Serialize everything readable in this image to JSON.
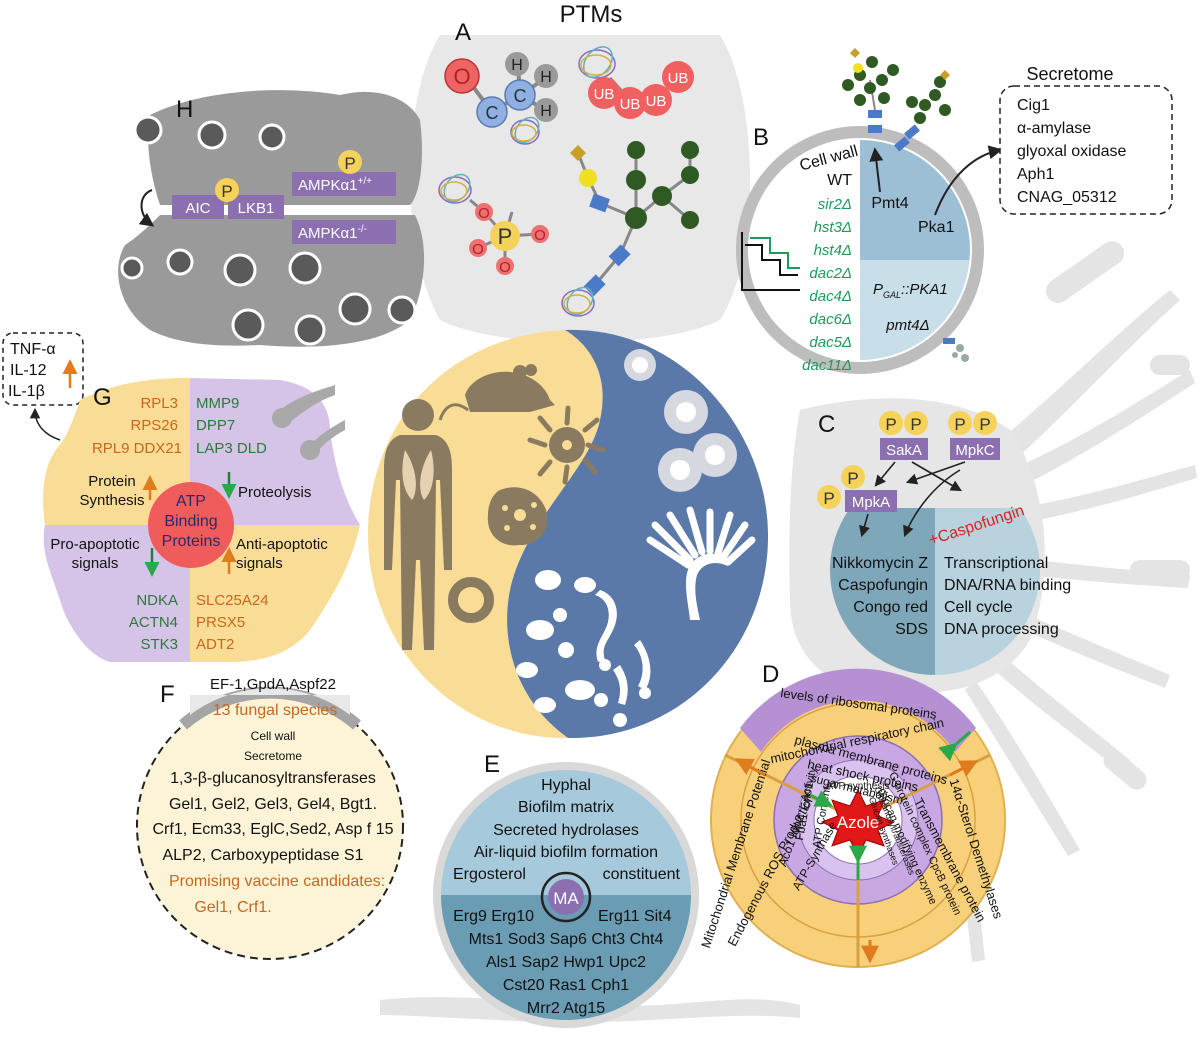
{
  "title": "PTMs",
  "panel_labels": {
    "A": "A",
    "B": "B",
    "C": "C",
    "D": "D",
    "E": "E",
    "F": "F",
    "G": "G",
    "H": "H"
  },
  "panel_a": {
    "atoms": {
      "o": "O",
      "c": "C",
      "h": "H",
      "p": "P"
    },
    "ub": "UB"
  },
  "panel_b": {
    "cell_wall": "Cell wall",
    "strains": [
      "WT",
      "sir2Δ",
      "hst3Δ",
      "hst4Δ",
      "dac2Δ",
      "dac4Δ",
      "dac6Δ",
      "dac5Δ",
      "dac11Δ"
    ],
    "pmt4": "Pmt4",
    "pka1": "Pka1",
    "pgal_prefix": "P",
    "pgal_sub": "GAL",
    "pgal_suffix": "::PKA1",
    "pmt4_del": "pmt4Δ",
    "secretome_title": "Secretome",
    "secretome": [
      "Cig1",
      "α-amylase",
      "glyoxal oxidase",
      "Aph1",
      "CNAG_05312"
    ]
  },
  "panel_c": {
    "kinases": [
      "SakA",
      "MpkC",
      "MpkA"
    ],
    "p": "P",
    "caspofungin": "+Caspofungin",
    "left": [
      "Nikkomycin Z",
      "Caspofungin",
      "Congo red",
      "SDS"
    ],
    "right": [
      "Transcriptional",
      "DNA/RNA binding",
      "Cell cycle",
      "DNA processing"
    ]
  },
  "panel_d": {
    "outer_top": "levels of ribosomal proteins",
    "rings": [
      "mitochondrial respiratory chain",
      "plasma membrane proteins",
      "heat shock proteins",
      "sugar metabolism"
    ],
    "inner": "ATP synthesis",
    "center": "Azole",
    "left_outer": "Mitochondrial Membrane Potential",
    "left_mid": "Endogenous ROS Production",
    "left_inner": [
      "Aco1 Idp2",
      "ATP-Synthase",
      "Fba1 Eno1",
      "ATP Content",
      "Activity"
    ],
    "right_outer": "14α-Sterol Demethylases",
    "right_mid": "Transmembrane protein",
    "right_inner": [
      "G-protein complex CpcB protein",
      "Glucan modifying enzyme",
      "Glucanosyltransferases",
      "Glucan synthases"
    ]
  },
  "panel_e": {
    "top": [
      "Hyphal",
      "Biofilm matrix",
      "Secreted hydrolases",
      "Air-liquid biofilm formation"
    ],
    "ergosterol": "Ergosterol",
    "constituent": "constituent",
    "center": "MA",
    "bottom": [
      "Erg9 Erg10",
      "Erg11 Sit4",
      "Mts1 Sod3 Sap6 Cht3 Cht4",
      "Als1 Sap2  Hwp1 Upc2",
      "Cst20  Ras1 Cph1",
      "Mrr2 Atg15"
    ]
  },
  "panel_f": {
    "top": "EF-1,GpdA,Aspf22",
    "species": "13 fungal species",
    "cell_wall": "Cell wall",
    "secretome": "Secretome",
    "lines": [
      "1,3-β-glucanosyltransferases",
      "Gel1, Gel2, Gel3, Gel4, Bgt1.",
      "Crf1, Ecm33, EglC,Sed2, Asp f 15",
      "ALP2, Carboxypeptidase S1"
    ],
    "vaccine": "Promising vaccine candidates:",
    "vaccine_list": "Gel1, Crf1."
  },
  "panel_g": {
    "cytokines": [
      "TNF-α",
      "IL-12",
      "IL-1β"
    ],
    "center": [
      "ATP",
      "Binding",
      "Proteins"
    ],
    "synthesis": [
      "Protein",
      "Synthesis"
    ],
    "proteolysis": "Proteolysis",
    "pro_apoptotic": [
      "Pro-apoptotic",
      "signals"
    ],
    "anti_apoptotic": [
      "Anti-apoptotic",
      "signals"
    ],
    "tl": [
      "RPL3",
      "RPS26",
      "RPL9 DDX21"
    ],
    "tr": [
      "MMP9",
      "DPP7",
      "LAP3 DLD"
    ],
    "bl": [
      "NDKA",
      "ACTN4",
      "STK3"
    ],
    "br": [
      "SLC25A24",
      "PRSX5",
      "ADT2"
    ]
  },
  "panel_h": {
    "aic": "AIC",
    "lkb1": "LKB1",
    "ampk_wt": "AMPKα1",
    "ampk_wt_sup": "+/+",
    "ampk_ko": "AMPKα1",
    "ampk_ko_sup": "-/-",
    "p": "P"
  },
  "colors": {
    "yellow": "#f9dd96",
    "blue": "#5b79a8",
    "purple": "#9b7fc0",
    "gray": "#c8c8c8",
    "green": "#1e9a5a",
    "orange": "#c8681a",
    "red": "#e05a5a"
  }
}
